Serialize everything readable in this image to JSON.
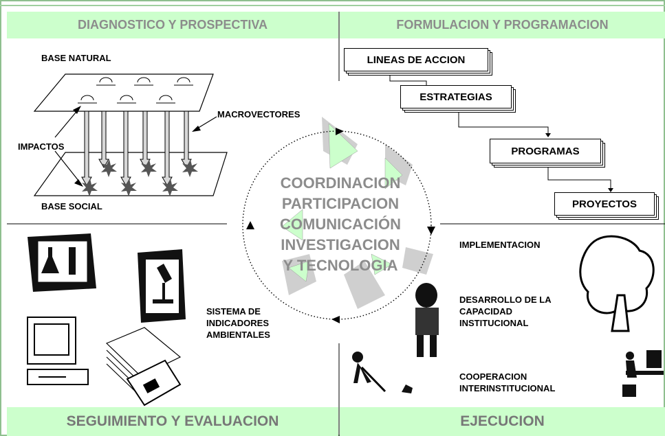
{
  "quadrants": {
    "top_left_title": "DIAGNOSTICO Y PROSPECTIVA",
    "top_right_title": "FORMULACION Y PROGRAMACION",
    "bottom_left_title": "SEGUIMIENTO Y EVALUACION",
    "bottom_right_title": "EJECUCION"
  },
  "diagnostico": {
    "base_natural": "BASE NATURAL",
    "base_social": "BASE SOCIAL",
    "macrovectores": "MACROVECTORES",
    "impactos": "IMPACTOS"
  },
  "formulacion": {
    "steps": [
      "LINEAS DE ACCION",
      "ESTRATEGIAS",
      "PROGRAMAS",
      "PROYECTOS"
    ]
  },
  "center": {
    "lines": [
      "COORDINACION",
      "PARTICIPACION",
      "COMUNICACIÓN",
      "INVESTIGACION",
      "Y TECNOLOGIA"
    ]
  },
  "seguimiento": {
    "label_lines": [
      "SISTEMA DE",
      "INDICADORES",
      "AMBIENTALES"
    ]
  },
  "ejecucion": {
    "implementacion": "IMPLEMENTACION",
    "desarrollo_lines": [
      "DESARROLLO DE LA",
      "CAPACIDAD",
      "INSTITUCIONAL"
    ],
    "cooperacion_lines": [
      "COOPERACION",
      "INTERINSTITUCIONAL"
    ]
  },
  "colors": {
    "header_bg": "#ccffcc",
    "header_text": "#8c8c8c",
    "accent_green": "#ccffcc"
  },
  "icons": [
    "lab-flask-icon",
    "microscope-icon",
    "computer-icon",
    "floppy-disk-icon",
    "tree-icon",
    "worker-icon",
    "digger-icon",
    "office-worker-icon",
    "sun-icon",
    "impact-burst-icon"
  ]
}
